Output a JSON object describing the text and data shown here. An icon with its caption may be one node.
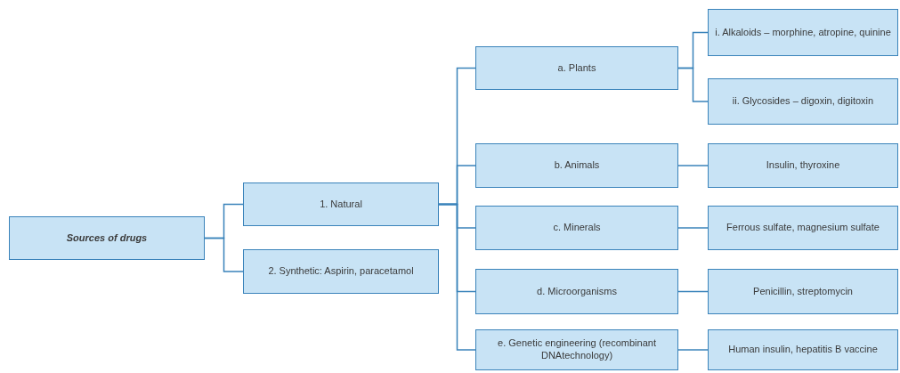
{
  "diagram": {
    "nodes": [
      {
        "text": [
          "Sources of drugs"
        ]
      },
      {
        "text": [
          "1. Natural"
        ]
      },
      {
        "text": [
          "2. Synthetic: Aspirin, paracetamol"
        ]
      },
      {
        "text": [
          "a. Plants"
        ]
      },
      {
        "text": [
          "i. Alkaloids – morphine, atropine, quinine"
        ]
      },
      {
        "text": [
          "ii. Glycosides – digoxin, digitoxin"
        ]
      },
      {
        "text": [
          "b. Animals"
        ]
      },
      {
        "text": [
          "Insulin, thyroxine"
        ]
      },
      {
        "text": [
          "c. Minerals"
        ]
      },
      {
        "text": [
          "Ferrous sulfate, magnesium sulfate"
        ]
      },
      {
        "text": [
          "d. Microorganisms"
        ]
      },
      {
        "text": [
          "Penicillin, streptomycin"
        ]
      },
      {
        "text": [
          "e. Genetic engineering (recombinant DNAtechnology)"
        ]
      },
      {
        "text": [
          "Human insulin, hepatitis B vaccine"
        ]
      }
    ],
    "edges": [
      {
        "from": 0,
        "to": 1,
        "arrow": "none"
      },
      {
        "from": 0,
        "to": 2,
        "arrow": "none"
      },
      {
        "from": 1,
        "to": 3,
        "arrow": "none"
      },
      {
        "from": 1,
        "to": 6,
        "arrow": "none"
      },
      {
        "from": 1,
        "to": 8,
        "arrow": "none"
      },
      {
        "from": 1,
        "to": 10,
        "arrow": "none"
      },
      {
        "from": 1,
        "to": 12,
        "arrow": "none"
      },
      {
        "from": 3,
        "to": 4,
        "arrow": "none"
      },
      {
        "from": 3,
        "to": 5,
        "arrow": "none"
      },
      {
        "from": 6,
        "to": 7,
        "arrow": "none"
      },
      {
        "from": 8,
        "to": 9,
        "arrow": "none"
      },
      {
        "from": 10,
        "to": 11,
        "arrow": "none"
      },
      {
        "from": 12,
        "to": 13,
        "arrow": "none"
      }
    ]
  }
}
